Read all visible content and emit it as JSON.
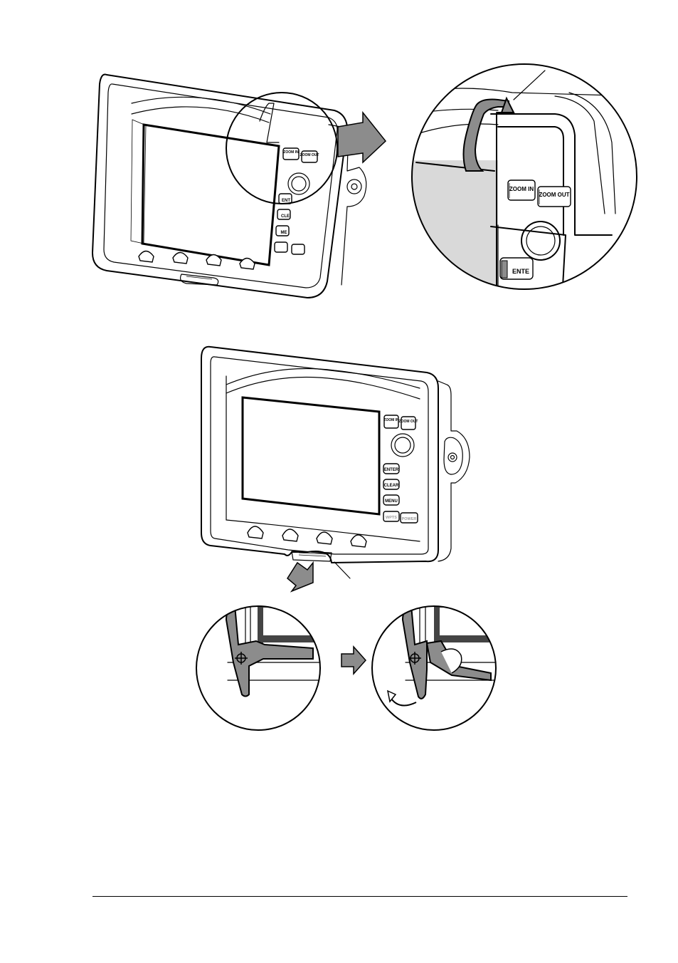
{
  "figure_top": {
    "device_buttons": {
      "zoom_in": "ZOOM IN",
      "zoom_out": "ZOOM OUT",
      "enter": "ENTE"
    },
    "small_device_buttons": {
      "zoom_in": "ZOOM IN",
      "zoom_out": "ZOOM OUT",
      "enter": "ENT",
      "clear": "CLE",
      "menu": "ME"
    }
  },
  "figure_bottom": {
    "device_buttons": {
      "zoom_in": "ZOOM IN",
      "zoom_out": "ZOOM OUT",
      "enter": "ENTER",
      "clear": "CLEAR",
      "menu": "MENU",
      "wpts": "WPTS",
      "power": "POWER"
    }
  },
  "colors": {
    "fill_grey": "#8c8c8c",
    "fill_light": "#d9d9d9",
    "line": "#000000"
  }
}
